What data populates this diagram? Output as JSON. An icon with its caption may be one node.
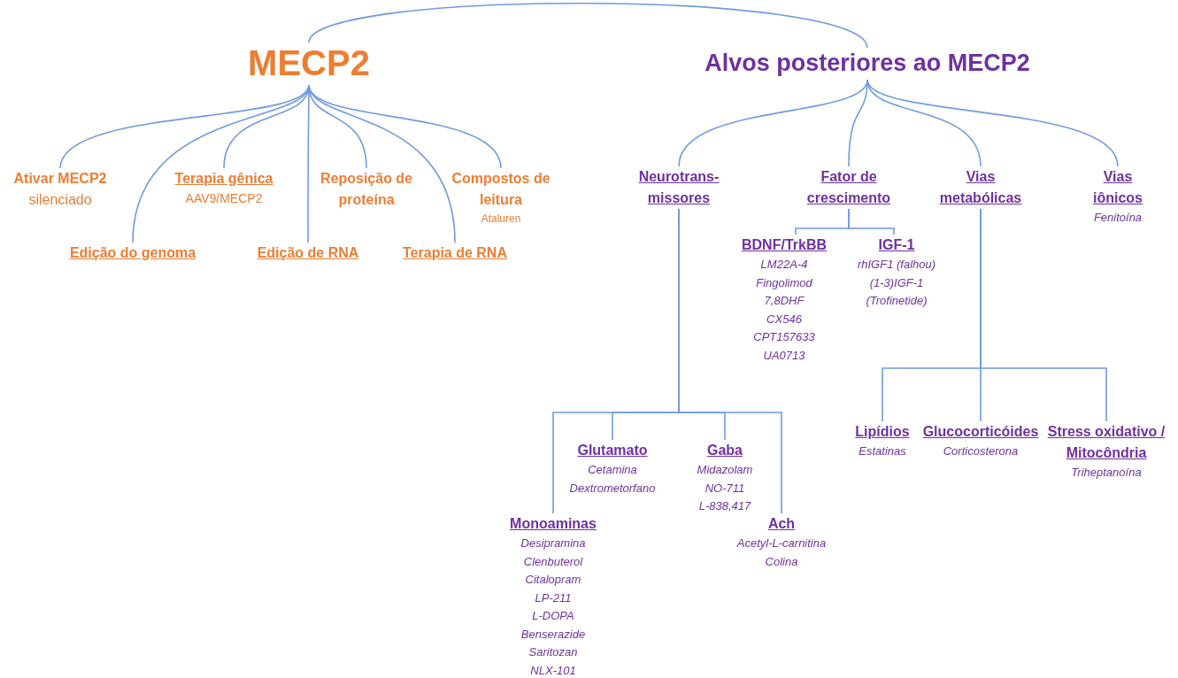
{
  "diagram": {
    "nodes": [
      {
        "text": [
          "MECP2"
        ]
      },
      {
        "text": [
          "Alvos posteriores ao MECP2"
        ]
      },
      {
        "text": [
          "Ativar MECP2",
          "silenciado"
        ]
      },
      {
        "text": [
          "Edição do genoma"
        ]
      },
      {
        "text": [
          "Terapia gênica",
          "AAV9/MECP2"
        ]
      },
      {
        "text": [
          "Edição de RNA"
        ]
      },
      {
        "text": [
          "Reposição de proteína"
        ]
      },
      {
        "text": [
          "Terapia de RNA"
        ]
      },
      {
        "text": [
          "Compostos de leitura",
          "Ataluren"
        ]
      },
      {
        "text": [
          "Neurotrans-missores"
        ]
      },
      {
        "text": [
          "Fator de crescimento"
        ]
      },
      {
        "text": [
          "Vias metabólicas"
        ]
      },
      {
        "text": [
          "Vias iônicos",
          "Fenitoína"
        ]
      },
      {
        "text": [
          "BDNF/TrkBB",
          "LM22A-4",
          "Fingolimod",
          "7,8DHF",
          "CX546",
          "CPT157633",
          "UA0713"
        ]
      },
      {
        "text": [
          "IGF-1",
          "rhIGF1 (falhou)",
          "(1-3)IGF-1",
          "(Trofinetide)"
        ]
      },
      {
        "text": [
          "Glutamato",
          "Cetamina",
          "Dextrometorfano"
        ]
      },
      {
        "text": [
          "Gaba",
          "Midazolam",
          "NO-711",
          "L-838,417"
        ]
      },
      {
        "text": [
          "Monoaminas",
          "Desipramina",
          "Clenbuterol",
          "Citalopram",
          "LP-211",
          "L-DOPA",
          "Benserazide",
          "Saritozan",
          "NLX-101"
        ]
      },
      {
        "text": [
          "Ach",
          "Acetyl-L-carnitina",
          "Colina"
        ]
      },
      {
        "text": [
          "Lipídios",
          "Estatinas"
        ]
      },
      {
        "text": [
          "Glucocorticóides",
          "Corticosterona"
        ]
      },
      {
        "text": [
          "Stress oxidativo / Mitocôndria",
          "Triheptanoína"
        ]
      }
    ],
    "edges": [
      {
        "from": 0,
        "to": 1,
        "arrow": "none"
      },
      {
        "from": 0,
        "to": 2,
        "arrow": "none"
      },
      {
        "from": 0,
        "to": 3,
        "arrow": "none"
      },
      {
        "from": 0,
        "to": 4,
        "arrow": "none"
      },
      {
        "from": 0,
        "to": 5,
        "arrow": "none"
      },
      {
        "from": 0,
        "to": 6,
        "arrow": "none"
      },
      {
        "from": 0,
        "to": 7,
        "arrow": "none"
      },
      {
        "from": 0,
        "to": 8,
        "arrow": "none"
      },
      {
        "from": 1,
        "to": 9,
        "arrow": "none"
      },
      {
        "from": 1,
        "to": 10,
        "arrow": "none"
      },
      {
        "from": 1,
        "to": 11,
        "arrow": "none"
      },
      {
        "from": 1,
        "to": 12,
        "arrow": "none"
      },
      {
        "from": 10,
        "to": 13,
        "arrow": "none"
      },
      {
        "from": 10,
        "to": 14,
        "arrow": "none"
      },
      {
        "from": 9,
        "to": 15,
        "arrow": "none"
      },
      {
        "from": 9,
        "to": 16,
        "arrow": "none"
      },
      {
        "from": 9,
        "to": 17,
        "arrow": "none"
      },
      {
        "from": 9,
        "to": 18,
        "arrow": "none"
      },
      {
        "from": 11,
        "to": 19,
        "arrow": "none"
      },
      {
        "from": 11,
        "to": 20,
        "arrow": "none"
      },
      {
        "from": 11,
        "to": 21,
        "arrow": "none"
      }
    ]
  }
}
